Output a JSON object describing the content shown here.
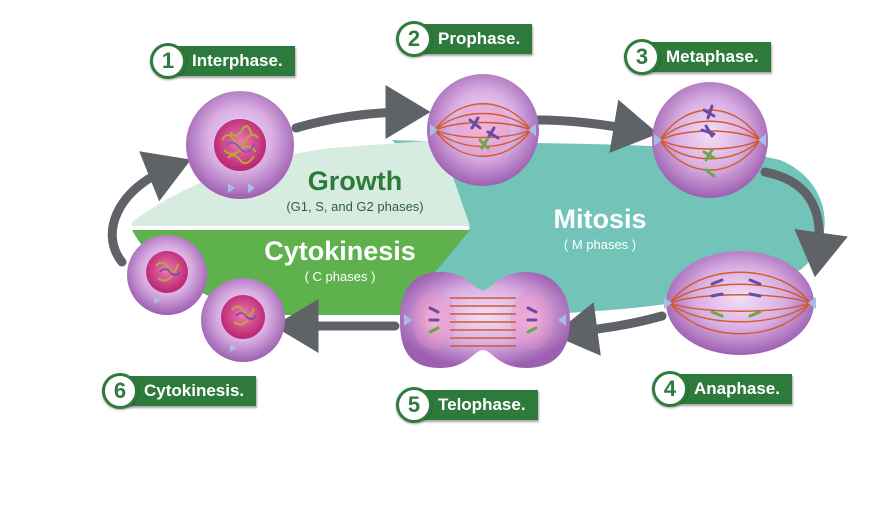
{
  "regions": {
    "growth": {
      "title": "Growth",
      "subtitle": "(G1, S, and G2 phases)"
    },
    "cytokinesis": {
      "title": "Cytokinesis",
      "subtitle": "( C phases )"
    },
    "mitosis": {
      "title": "Mitosis",
      "subtitle": "( M phases )"
    }
  },
  "phases": [
    {
      "number": "1",
      "label": "Interphase."
    },
    {
      "number": "2",
      "label": "Prophase."
    },
    {
      "number": "3",
      "label": "Metaphase."
    },
    {
      "number": "4",
      "label": "Anaphase."
    },
    {
      "number": "5",
      "label": "Telophase."
    },
    {
      "number": "6",
      "label": "Cytokinesis."
    }
  ],
  "colors": {
    "label_green": "#2e7a3c",
    "growth_fill": "#d7ece0",
    "cytokinesis_fill": "#5eb14d",
    "mitosis_fill": "#73c4b8",
    "arrow_gray": "#5f6368",
    "cell_purple": "#c992d6",
    "nucleus_pink": "#d4368a",
    "spindle_orange": "#d35a2a"
  }
}
